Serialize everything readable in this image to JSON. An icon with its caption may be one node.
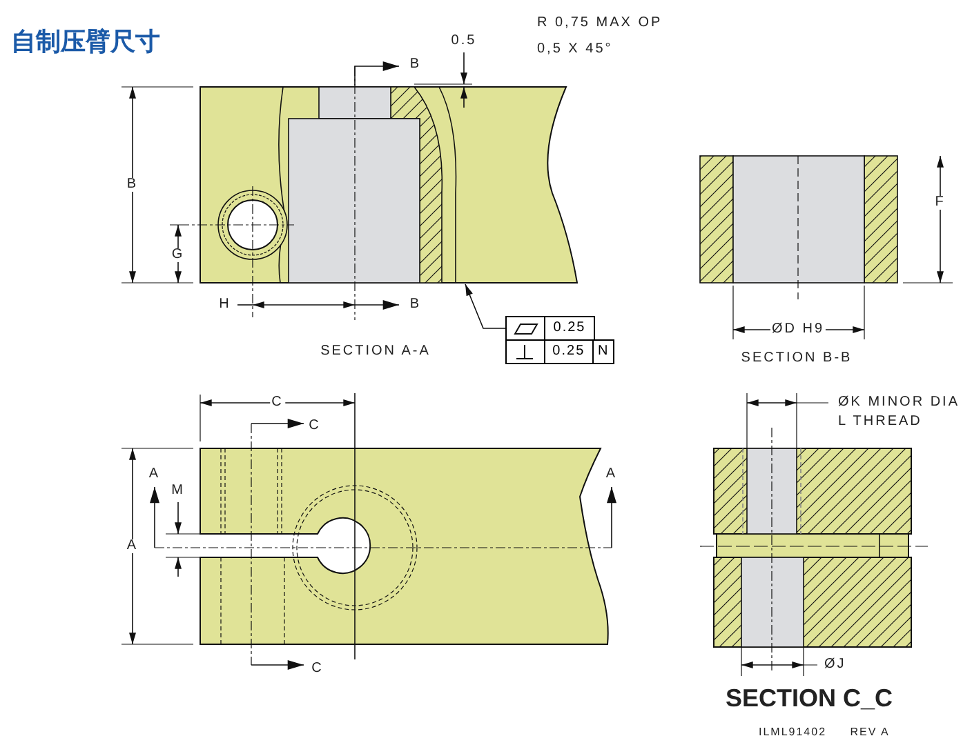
{
  "diagram": {
    "title": "自制压臂尺寸",
    "nodes": [
      {
        "text": [
          "0.25",
          "0.25",
          "N"
        ]
      },
      {
        "text": [],
        "shape": "picture"
      }
    ],
    "edges": [
      {
        "from": 0,
        "to": 1,
        "arrow": "to"
      }
    ],
    "labels": [
      "0.5",
      "R 0,75 MAX OP",
      "0,5 X 45°",
      "B",
      "B",
      "G",
      "H",
      "B",
      "SECTION A-A",
      "F",
      "ØD H9",
      "SECTION B-B",
      "C",
      "C",
      "A",
      "M",
      "A",
      "A",
      "C",
      "ØK MINOR DIA",
      "L THREAD",
      "ØJ",
      "SECTION C_C",
      "ILML91402",
      "REV A"
    ]
  }
}
